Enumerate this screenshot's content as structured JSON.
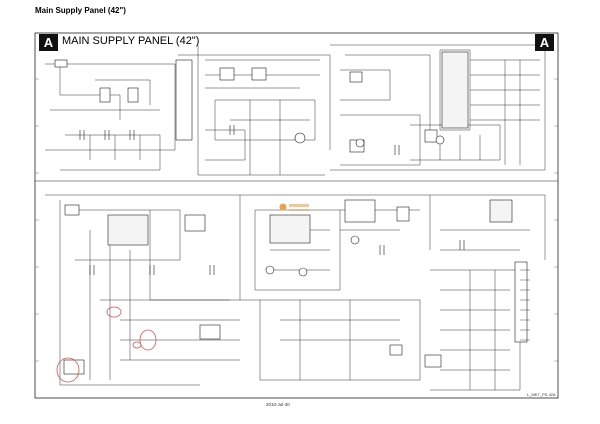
{
  "page_title": "Main Supply Panel (42\")",
  "box_letter_left": "A",
  "box_letter_right": "A",
  "box_title": "MAIN SUPPLY PANEL (42\")",
  "footer_date": "2010-Jul-30",
  "footer_code": "L_MKT_PS 42A"
}
